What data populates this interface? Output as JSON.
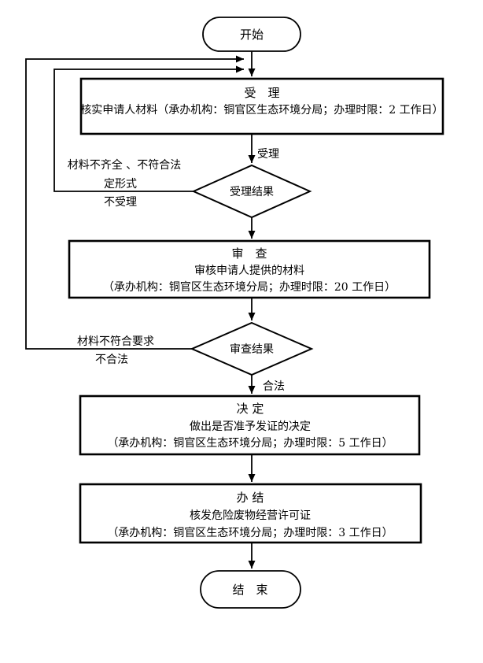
{
  "flowchart": {
    "start_label": "开始",
    "end_label": "结　束",
    "steps": [
      {
        "title": "受　理",
        "line1": "核实申请人材料（承办机构：铜官区生态环境分局；办理时限：2 工作日）"
      },
      {
        "title": "审　查",
        "line1": "审核申请人提供的材料",
        "line2": "（承办机构：铜官区生态环境分局；办理时限：20 工作日）"
      },
      {
        "title": "决 定",
        "line1": "做出是否准予发证的决定",
        "line2": "（承办机构：铜官区生态环境分局；办理时限：5 工作日）"
      },
      {
        "title": "办 结",
        "line1": "核发危险废物经营许可证",
        "line2": "（承办机构：铜官区生态环境分局；办理时限：3 工作日）"
      }
    ],
    "decisions": [
      {
        "label": "受理结果"
      },
      {
        "label": "审查结果"
      }
    ],
    "edge_labels": {
      "accepted": "受理",
      "not_accepted_reason_line1": "材料不齐全 、不符合法",
      "not_accepted_reason_line2": "定形式",
      "not_accepted": "不受理",
      "review_fail_reason": "材料不符合要求",
      "illegal": "不合法",
      "legal": "合法"
    },
    "colors": {
      "stroke": "#000000",
      "background": "#ffffff"
    }
  }
}
